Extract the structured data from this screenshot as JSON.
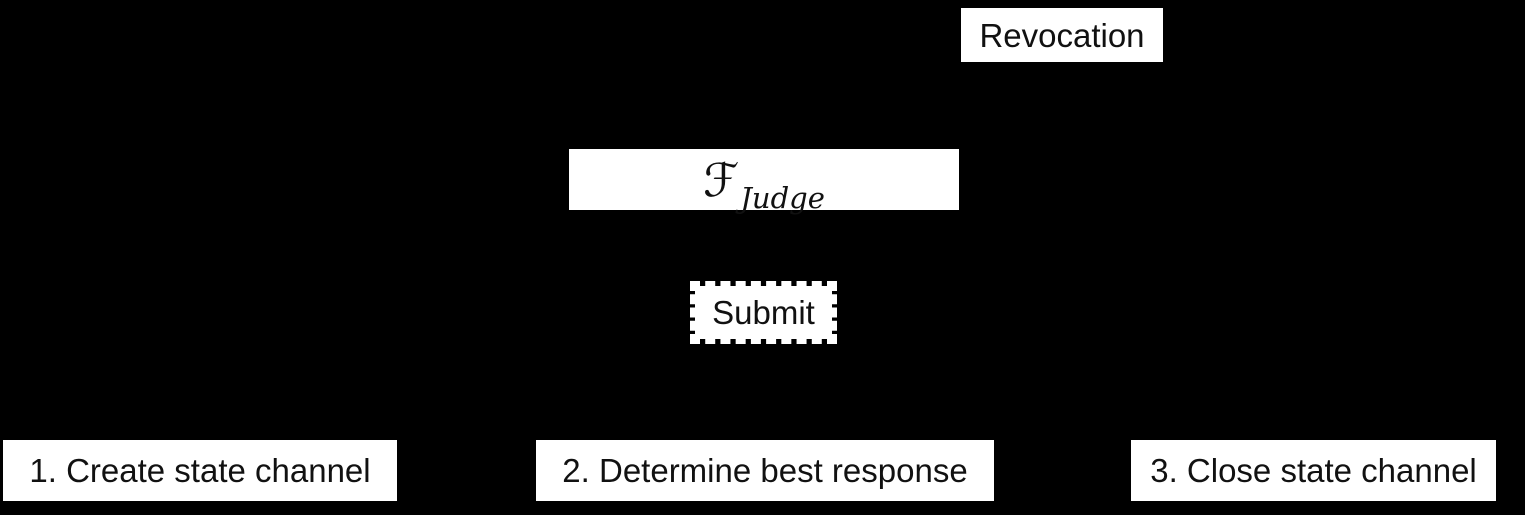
{
  "diagram": {
    "background_color": "#000000",
    "box_fill_color": "#ffffff",
    "text_color": "#111111",
    "revocation": {
      "label": "Revocation"
    },
    "judge": {
      "symbol": "ℱ",
      "subscript": "Judge"
    },
    "submit": {
      "label": "Submit"
    },
    "steps": [
      {
        "label": "1. Create state channel"
      },
      {
        "label": "2. Determine best response"
      },
      {
        "label": "3. Close state channel"
      }
    ]
  }
}
